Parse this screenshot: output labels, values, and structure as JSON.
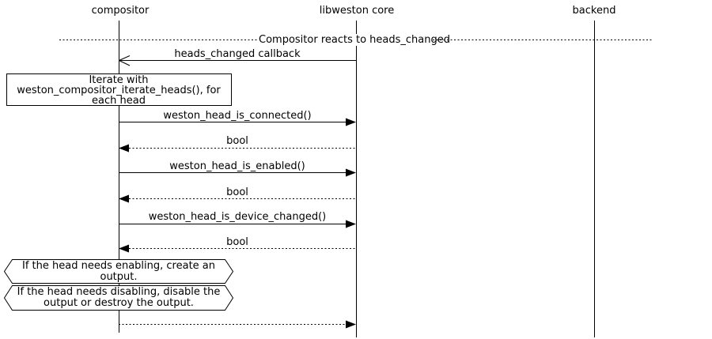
{
  "seq": {
    "participants": [
      {
        "name": "compositor"
      },
      {
        "name": "libweston core"
      },
      {
        "name": "backend"
      }
    ],
    "divider": {
      "label": "Compositor reacts to heads_changed"
    },
    "messages": [
      {
        "label": "heads_changed callback",
        "from": "libweston core",
        "to": "compositor",
        "line": "solid",
        "arrowhead": "open"
      },
      {
        "label": "weston_head_is_connected()",
        "from": "compositor",
        "to": "libweston core",
        "line": "solid",
        "arrowhead": "filled"
      },
      {
        "label": "bool",
        "from": "libweston core",
        "to": "compositor",
        "line": "dotted",
        "arrowhead": "filled"
      },
      {
        "label": "weston_head_is_enabled()",
        "from": "compositor",
        "to": "libweston core",
        "line": "solid",
        "arrowhead": "filled"
      },
      {
        "label": "bool",
        "from": "libweston core",
        "to": "compositor",
        "line": "dotted",
        "arrowhead": "filled"
      },
      {
        "label": "weston_head_is_device_changed()",
        "from": "compositor",
        "to": "libweston core",
        "line": "solid",
        "arrowhead": "filled"
      },
      {
        "label": "bool",
        "from": "libweston core",
        "to": "compositor",
        "line": "dotted",
        "arrowhead": "filled"
      },
      {
        "label": "",
        "from": "compositor",
        "to": "libweston core",
        "line": "dotted",
        "arrowhead": "filled"
      }
    ],
    "notes": [
      {
        "shape": "rect",
        "text": "Iterate with weston_compositor_iterate_heads(), for each head"
      },
      {
        "shape": "hexagon",
        "text": "If the head needs enabling, create an output."
      },
      {
        "shape": "hexagon",
        "text": "If the head needs disabling, disable the output or destroy the output."
      }
    ],
    "colors": {
      "line": "#000000",
      "background": "#ffffff"
    }
  }
}
